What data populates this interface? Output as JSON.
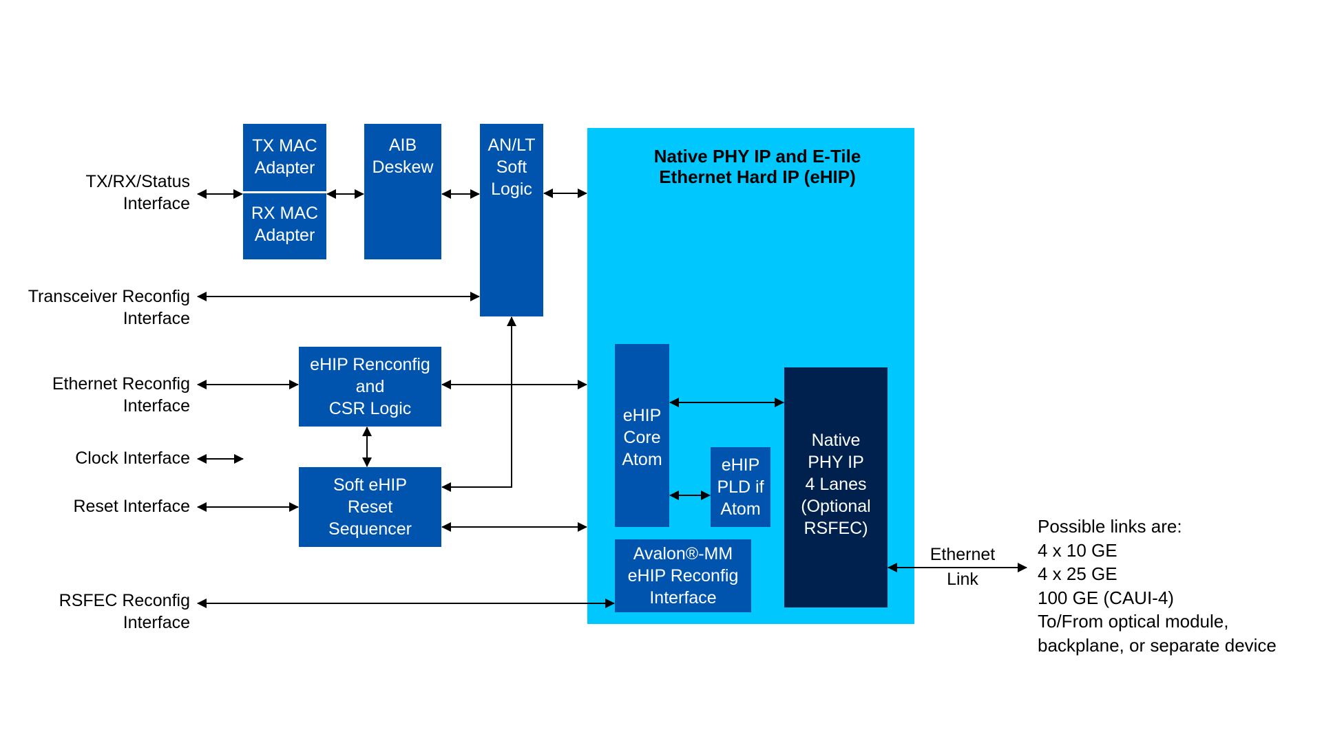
{
  "colors": {
    "block_blue": "#0054AE",
    "phy_navy": "#00214D",
    "ehip_cyan": "#00C7FD",
    "arrow": "#000000"
  },
  "interfaces": {
    "tx_rx_status": [
      "TX/RX/Status",
      "Interface"
    ],
    "transceiver_reconfig": [
      "Transceiver Reconfig",
      "Interface"
    ],
    "ethernet_reconfig": [
      "Ethernet Reconfig",
      "Interface"
    ],
    "clock": [
      "Clock Interface"
    ],
    "reset": [
      "Reset Interface"
    ],
    "rsfec_reconfig": [
      "RSFEC Reconfig",
      "Interface"
    ]
  },
  "blocks": {
    "tx_mac": [
      "TX MAC",
      "Adapter"
    ],
    "rx_mac": [
      "RX MAC",
      "Adapter"
    ],
    "aib_deskew": [
      "AIB",
      "Deskew"
    ],
    "anlt": [
      "AN/LT",
      "Soft",
      "Logic"
    ],
    "ehip_reconfig": [
      "eHIP Renconfig",
      "and",
      "CSR Logic"
    ],
    "soft_reset": [
      "Soft eHIP",
      "Reset",
      "Sequencer"
    ],
    "ehip_container_title": [
      "Native PHY IP and E-Tile",
      "Ethernet Hard IP (eHIP)"
    ],
    "ehip_core": [
      "eHIP",
      "Core",
      "Atom"
    ],
    "ehip_pld": [
      "eHIP",
      "PLD if",
      "Atom"
    ],
    "native_phy": [
      "Native",
      "PHY IP",
      "4 Lanes",
      "(Optional",
      "RSFEC)"
    ],
    "avalon": [
      "Avalon®-MM",
      "eHIP Reconfig",
      "Interface"
    ]
  },
  "ethernet_link": [
    "Ethernet",
    "Link"
  ],
  "possible_links": [
    "Possible links are:",
    "4 x 10 GE",
    "4 x 25 GE",
    "100 GE (CAUI-4)",
    "To/From optical module,",
    "backplane, or separate device"
  ]
}
